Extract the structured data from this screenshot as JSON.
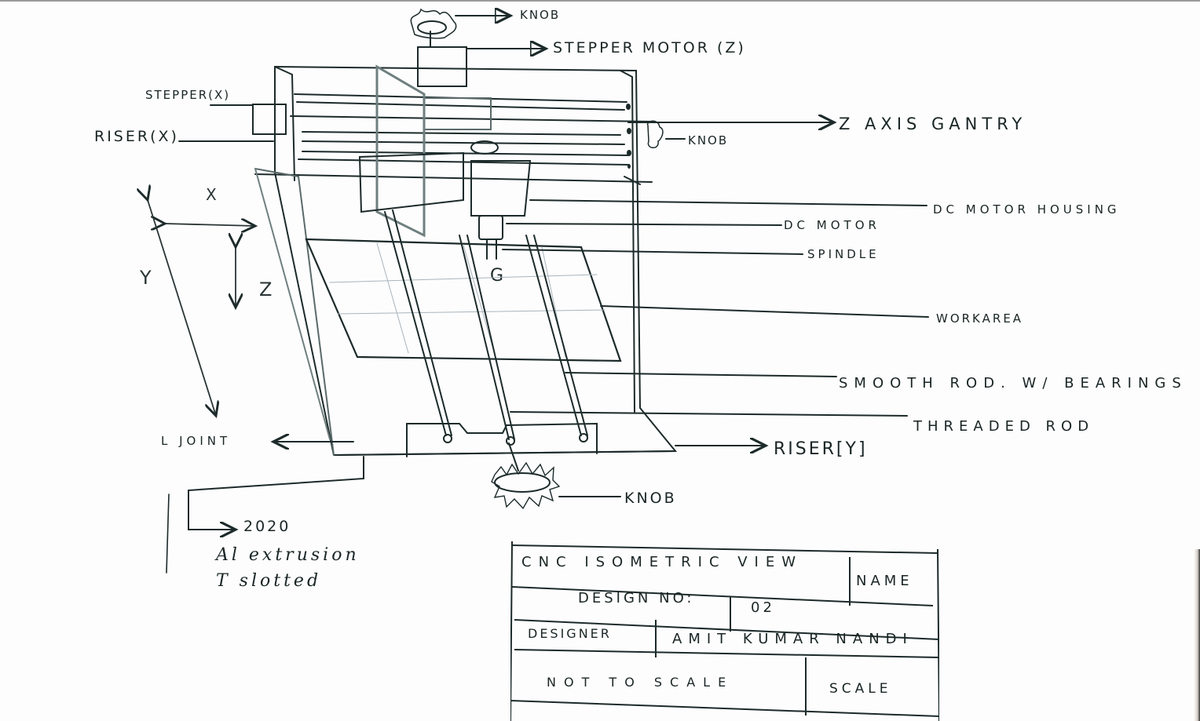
{
  "drawing": {
    "subject": "CNC machine isometric sketch",
    "labels": {
      "knob_top": "KNOB",
      "stepper_motor_z": "STEPPER MOTOR (Z)",
      "stepper_x": "STEPPER(X)",
      "riser_x": "RISER(X)",
      "z_axis_gantry": "Z AXIS GANTRY",
      "knob_side": "KNOB",
      "dc_motor_housing": "DC MOTOR HOUSING",
      "dc_motor": "DC MOTOR",
      "spindle": "SPINDLE",
      "workarea": "WORKAREA",
      "smooth_rod": "SMOOTH ROD. W/ BEARINGS",
      "threaded_rod": "THREADED ROD",
      "riser_y": "RISER[Y]",
      "knob_bottom": "KNOB",
      "l_joint": "L JOINT",
      "extrusion_line1": "2020",
      "extrusion_line2": "Al extrusion",
      "extrusion_line3": "T slotted"
    },
    "axes": {
      "x": "X",
      "y": "Y",
      "z": "Z"
    }
  },
  "title_block": {
    "title": "CNC ISOMETRIC VIEW",
    "name_label": "NAME",
    "design_no_label": "DESIGN NO:",
    "design_no_value": "02",
    "designer_label": "DESIGNER",
    "designer_value": "AMIT KUMAR NANDI",
    "scale_note": "NOT TO SCALE",
    "scale_label": "SCALE"
  },
  "colors": {
    "ink": "#1c2a2a",
    "pencil": "#8a9696",
    "paper": "#fdfdfd"
  }
}
